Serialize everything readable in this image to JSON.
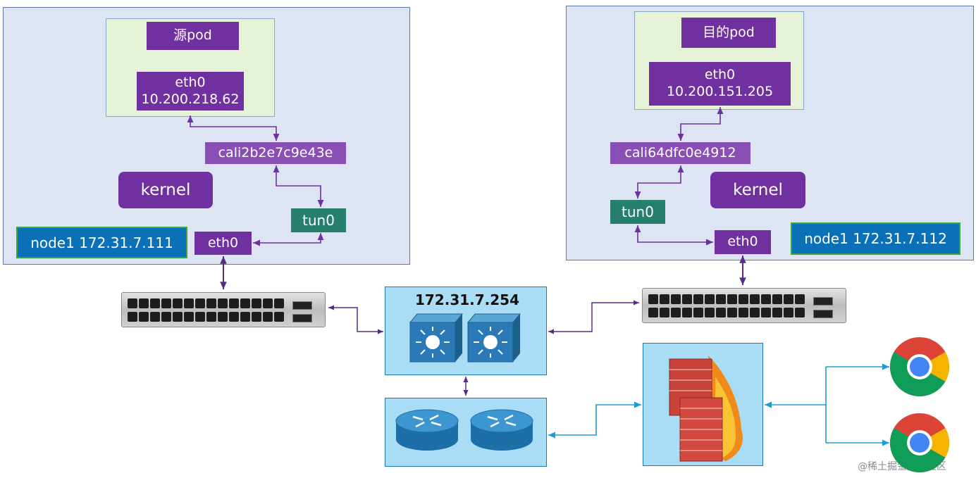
{
  "source_node": {
    "pod_title": "源pod",
    "pod_eth": "eth0",
    "pod_ip": "10.200.218.62",
    "cali": "cali2b2e7c9e43e",
    "kernel": "kernel",
    "tun": "tun0",
    "eth": "eth0",
    "node_label": "node1 172.31.7.111"
  },
  "dest_node": {
    "pod_title": "目的pod",
    "pod_eth": "eth0",
    "pod_ip": "10.200.151.205",
    "cali": "cali64dfc0e4912",
    "kernel": "kernel",
    "tun": "tun0",
    "eth": "eth0",
    "node_label": "node1 172.31.7.112"
  },
  "core_switch": {
    "ip": "172.31.7.254"
  },
  "clients": [
    {
      "icon": "chrome-icon"
    },
    {
      "icon": "chrome-icon"
    }
  ],
  "watermark": {
    "text": "@稀土掘金技术社区"
  },
  "colors": {
    "pod_label": "#7030a0",
    "tun": "#267f6b",
    "node_label": "#0a70b8",
    "link_purple": "#7030a0",
    "link_blue": "#1d9bd6"
  }
}
